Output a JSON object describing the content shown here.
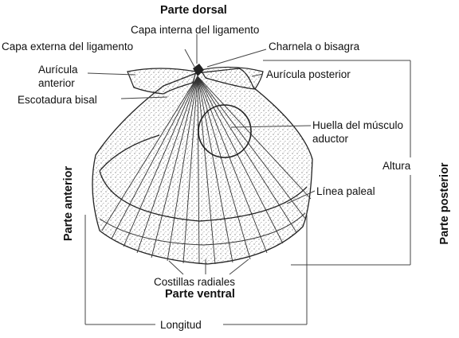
{
  "labels": {
    "parte_dorsal": "Parte dorsal",
    "capa_interna": "Capa interna del ligamento",
    "capa_externa": "Capa externa del ligamento",
    "charnela": "Charnela o bisagra",
    "auricula_anterior_1": "Aurícula",
    "auricula_anterior_2": "anterior",
    "auricula_posterior": "Aurícula posterior",
    "escotadura": "Escotadura bisal",
    "huella_1": "Huella del músculo",
    "huella_2": "aductor",
    "altura": "Altura",
    "linea_paleal": "Línea paleal",
    "parte_anterior": "Parte anterior",
    "parte_posterior": "Parte posterior",
    "costillas": "Costillas radiales",
    "parte_ventral": "Parte ventral",
    "longitud": "Longitud"
  }
}
